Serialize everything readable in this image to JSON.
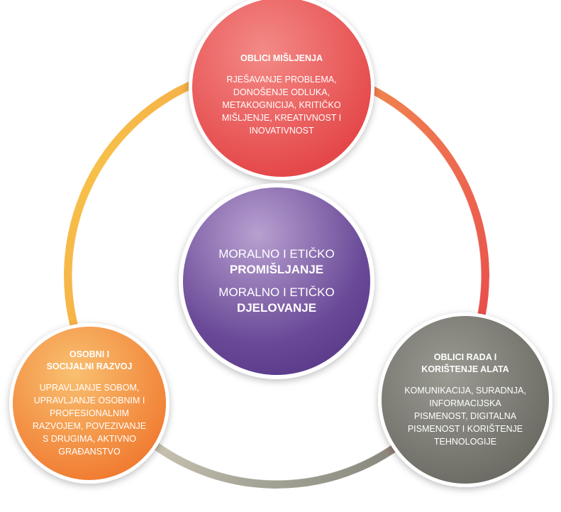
{
  "center": {
    "line1": "MORALNO I ETIČKO",
    "line1_bold": "PROMIŠLJANJE",
    "line2": "MORALNO I ETIČKO",
    "line2_bold": "DJELOVANJE"
  },
  "nodes": {
    "top": {
      "title": "OBLICI MIŠLJENJA",
      "body": "RJEŠAVANJE PROBLEMA,\nDONOŠENJE ODLUKA,\nMETAKOGNICIJA, KRITIČKO\nMIŠLJENJE, KREATIVNOST I\nINOVATIVNOST"
    },
    "bottom_left": {
      "title": "OSOBNI I\nSOCIJALNI RAZVOJ",
      "body": "UPRAVLJANJE SOBOM,\nUPRAVLJANJE OSOBNIM I\nPROFESIONALNIM\nRAZVOJEM, POVEZIVANJE\nS DRUGIMA, AKTIVNO\nGRAĐANSTVO"
    },
    "bottom_right": {
      "title": "OBLICI RADA I\nKORIŠTENJE ALATA",
      "body": "KOMUNIKACIJA, SURADNJA,\nINFORMACIJSKA\nPISMENOST, DIGITALNA\nPISMENOST I KORIŠTENJE\nTEHNOLOGIJE"
    }
  },
  "colors": {
    "top": "#e5484a",
    "bottom_left": "#f07a30",
    "bottom_right": "#6a6a62",
    "center": "#6a4a98"
  }
}
